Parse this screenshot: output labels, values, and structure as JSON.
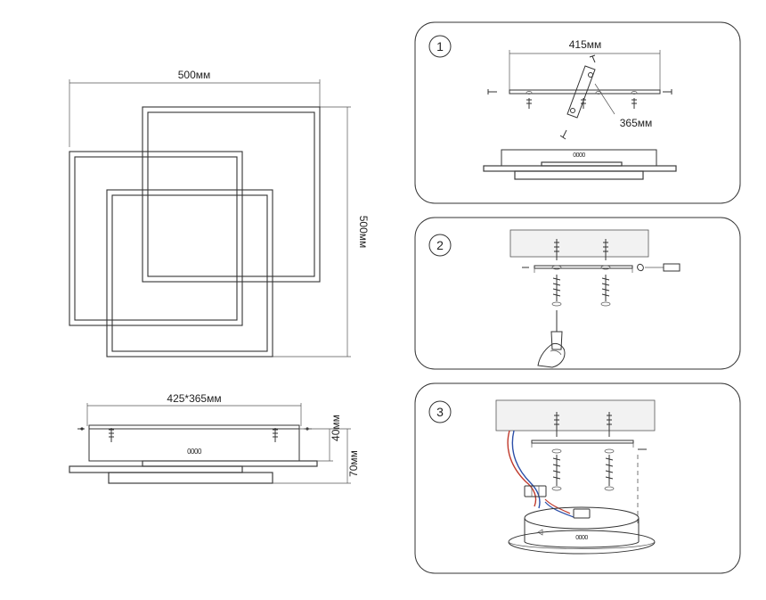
{
  "front_view": {
    "width_label": "500мм",
    "height_label": "500мм"
  },
  "side_view": {
    "mount_label": "425*365мм",
    "depth_small_label": "40мм",
    "depth_total_label": "70мм",
    "indicator_text": "0000"
  },
  "steps": [
    {
      "number": "1",
      "width_label": "415мм",
      "diagonal_label": "365мм",
      "indicator_text": "0000"
    },
    {
      "number": "2"
    },
    {
      "number": "3",
      "indicator_text": "0000"
    }
  ]
}
